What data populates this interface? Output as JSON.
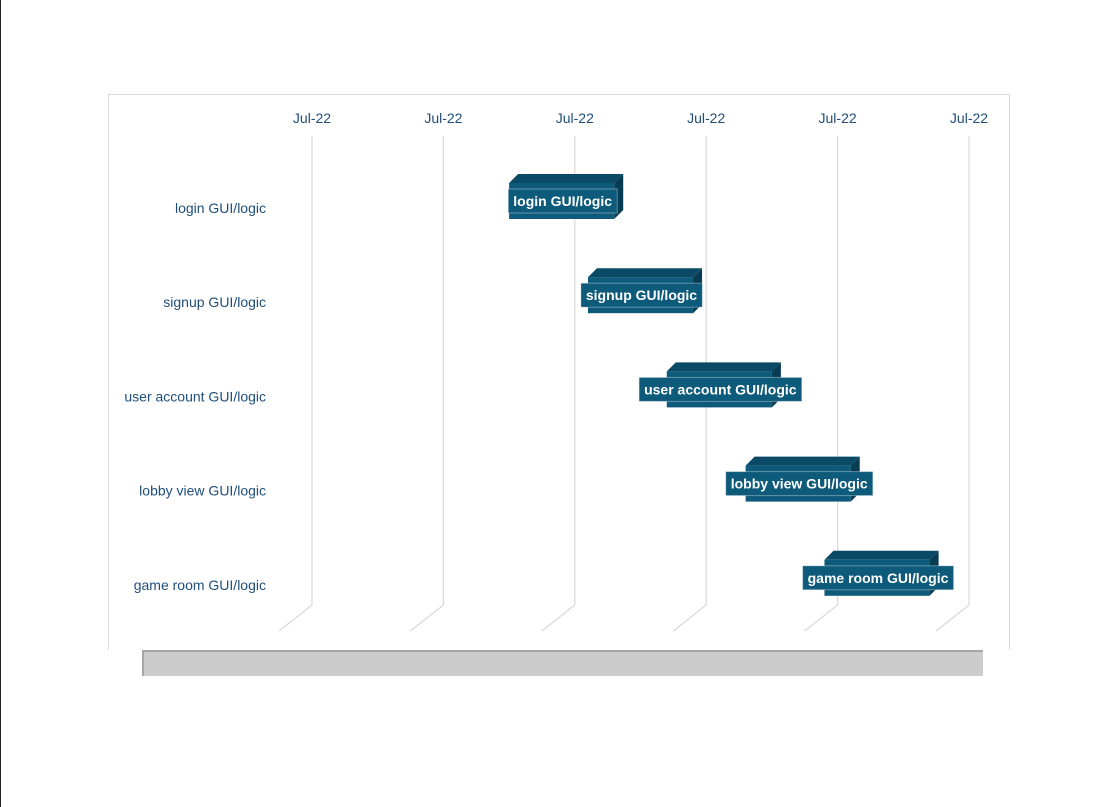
{
  "colors": {
    "bar_front": "#0e5a7a",
    "bar_top": "#0a4a66",
    "bar_side": "#083c54",
    "label_fill": "#0e5a7a",
    "text": "#1f4e79",
    "grid": "#d9d9d9",
    "strip": "#cccccc"
  },
  "chart_data": {
    "type": "bar",
    "orientation": "horizontal-gantt",
    "three_d": true,
    "axis": {
      "position": "top",
      "tick_labels": [
        "Jul-22",
        "Jul-22",
        "Jul-22",
        "Jul-22",
        "Jul-22",
        "Jul-22"
      ]
    },
    "categories": [
      "login GUI/logic",
      "signup GUI/logic",
      "user account GUI/logic",
      "lobby view GUI/logic",
      "game room GUI/logic"
    ],
    "tasks": [
      {
        "name": "login GUI/logic",
        "start": 1.5,
        "end": 2.3,
        "label": "login GUI/logic"
      },
      {
        "name": "signup GUI/logic",
        "start": 2.1,
        "end": 2.9,
        "label": "signup GUI/logic"
      },
      {
        "name": "user account GUI/logic",
        "start": 2.7,
        "end": 3.5,
        "label": "user account GUI/logic"
      },
      {
        "name": "lobby view GUI/logic",
        "start": 3.3,
        "end": 4.1,
        "label": "lobby view GUI/logic"
      },
      {
        "name": "game room GUI/logic",
        "start": 3.9,
        "end": 4.7,
        "label": "game room GUI/logic"
      }
    ],
    "xlim": [
      0,
      5
    ],
    "grid": true,
    "legend": "none"
  }
}
